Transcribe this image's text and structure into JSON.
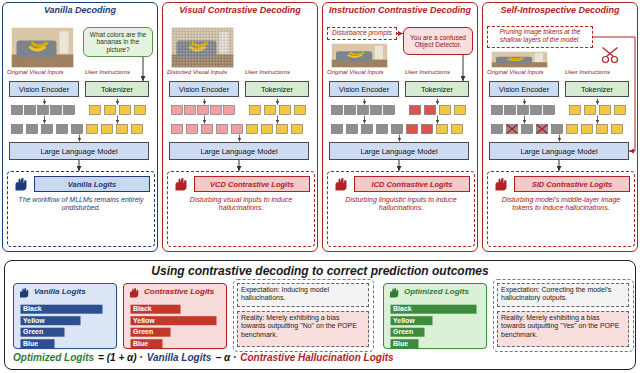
{
  "diagram": {
    "nodes": [
      {
        "text": [
          "Vanilla Decoding"
        ]
      },
      {
        "text": [
          "What colors are the bananas in the picture?"
        ],
        "in": 0
      },
      {
        "text": [
          "Vision Encoder"
        ],
        "in": 0
      },
      {
        "text": [
          "Tokenizer"
        ],
        "in": 0
      },
      {
        "text": [
          "Large Language Model"
        ],
        "in": 0
      },
      {
        "text": [
          "The workflow of MLLMs remains entirely undisturbed."
        ],
        "in": 0
      },
      {
        "text": [
          "Vanilla Logits"
        ],
        "in": 5
      },
      {
        "text": [
          "Visual Contrastive Decoding"
        ]
      },
      {
        "text": [
          "Vision Encoder"
        ],
        "in": 7
      },
      {
        "text": [
          "Tokenizer"
        ],
        "in": 7
      },
      {
        "text": [
          "Large Language Model"
        ],
        "in": 7
      },
      {
        "text": [
          "Disturbing visual inputs to induce hallucinations."
        ],
        "in": 7
      },
      {
        "text": [
          "VCD Contrastive Logits"
        ],
        "in": 11
      },
      {
        "text": [
          "Instruction Contrastive Decoding"
        ]
      },
      {
        "text": [
          "Disturbance prompts"
        ],
        "in": 13
      },
      {
        "text": [
          "You are a confused Object Detector."
        ],
        "in": 13
      },
      {
        "text": [
          "Vision Encoder"
        ],
        "in": 13
      },
      {
        "text": [
          "Tokenizer"
        ],
        "in": 13
      },
      {
        "text": [
          "Large Language Model"
        ],
        "in": 13
      },
      {
        "text": [
          "Disturbing linguistic inputs to induce hallucinations."
        ],
        "in": 13
      },
      {
        "text": [
          "ICD Contrastive Logits"
        ],
        "in": 19
      },
      {
        "text": [
          "Self-Introspective Decoding"
        ]
      },
      {
        "text": [
          "Pruning image tokens at the shallow layers of the model."
        ],
        "in": 21
      },
      {
        "text": [
          "Vision Encoder"
        ],
        "in": 21
      },
      {
        "text": [
          "Tokenizer"
        ],
        "in": 21
      },
      {
        "text": [
          "Large Language Model"
        ],
        "in": 21
      },
      {
        "text": [
          "Disturbing model's middle-layer image tokens to induce hallucinations."
        ],
        "in": 21
      },
      {
        "text": [
          "SID Contrastive Logits"
        ],
        "in": 26
      },
      {
        "text": [
          "Using contrastive decoding to correct prediction outcomes"
        ]
      },
      {
        "text": [
          "Vanilla Logits"
        ],
        "in": 28
      },
      {
        "text": [
          "Contrastive Logits"
        ],
        "in": 28
      },
      {
        "text": [
          "Expectation: Inducing model hallucinations."
        ],
        "in": 28
      },
      {
        "text": [
          "Reality: Merely exhibiting a bias towards outputting \"No\" on the POPE benchmark."
        ],
        "in": 28
      },
      {
        "text": [
          "Optimized Logits"
        ],
        "in": 28
      },
      {
        "text": [
          "Expectation: Correcting the model's hallucinatory outputs."
        ],
        "in": 28
      },
      {
        "text": [
          "Reality: Merely exhibiting a bias towards outputting \"Yes\" on the POPE benchmark."
        ],
        "in": 28
      }
    ],
    "edges": [
      {
        "from": 1,
        "to": 3,
        "arrow": "to"
      },
      {
        "from": 4,
        "to": 5,
        "arrow": "to"
      },
      {
        "from": 10,
        "to": 11,
        "arrow": "to"
      },
      {
        "from": 14,
        "to": 15,
        "arrow": "to"
      },
      {
        "from": 15,
        "to": 17,
        "arrow": "to"
      },
      {
        "from": 18,
        "to": 19,
        "arrow": "to"
      },
      {
        "from": 22,
        "to": 25,
        "arrow": "to"
      },
      {
        "from": 25,
        "to": 26,
        "arrow": "to"
      }
    ],
    "labels": [
      "Original Visual Inputs",
      "User Instructions",
      "Distorted Visual Inputs",
      "User Instructions",
      "Original Visual Inputs",
      "User Instructions",
      "Original Visual Inputs",
      "User Instructions",
      "Black",
      "Yellow",
      "Green",
      "Blue",
      "Black",
      "Yellow",
      "Green",
      "Blue",
      "Black",
      "Yellow",
      "Green",
      "Blue",
      "Optimized Logits",
      "= (1 + α) ·",
      "Vanilla Logits",
      "− α ·",
      "Contrastive Hallucination Logits"
    ]
  }
}
